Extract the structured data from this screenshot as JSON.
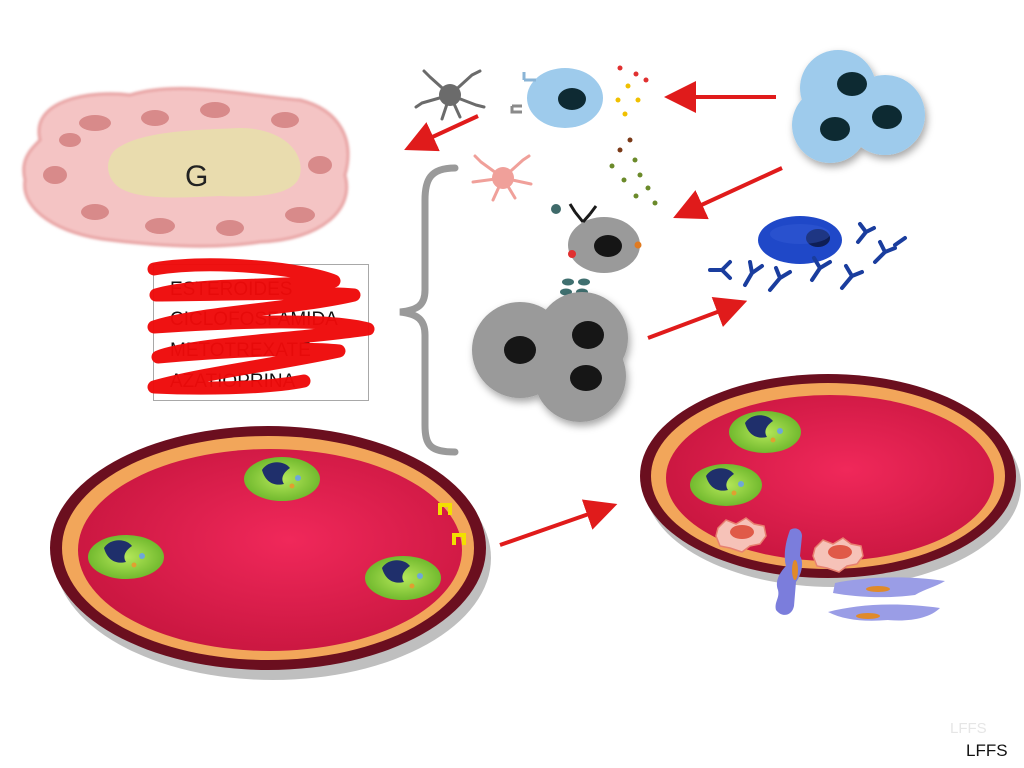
{
  "glomerulus": {
    "label": "G"
  },
  "treatment_box": {
    "drugs": [
      "ESTEROIDES",
      "CICLOFOSFAMIDA",
      "METOTREXATE",
      "AZATIOPRINA"
    ],
    "crossed_out": true
  },
  "watermark": {
    "text": "LFFS",
    "ghost_text": "LFFS"
  },
  "colors": {
    "arrow": "#e01b1b",
    "vessel_wall": "#f2a65a",
    "vessel_lumen": "#d81d4a",
    "vessel_outline": "#6b0f1f",
    "neutrophil_body": "#8ccf3a",
    "neutrophil_nucleus": "#1f2f6b",
    "activated_tcell": "#9ecbec",
    "plasma_cell": "#9a9a9a",
    "antibody": "#1a3d9e",
    "endothelial_cell": "#8f94e0",
    "brace": "#9a9a9a"
  }
}
